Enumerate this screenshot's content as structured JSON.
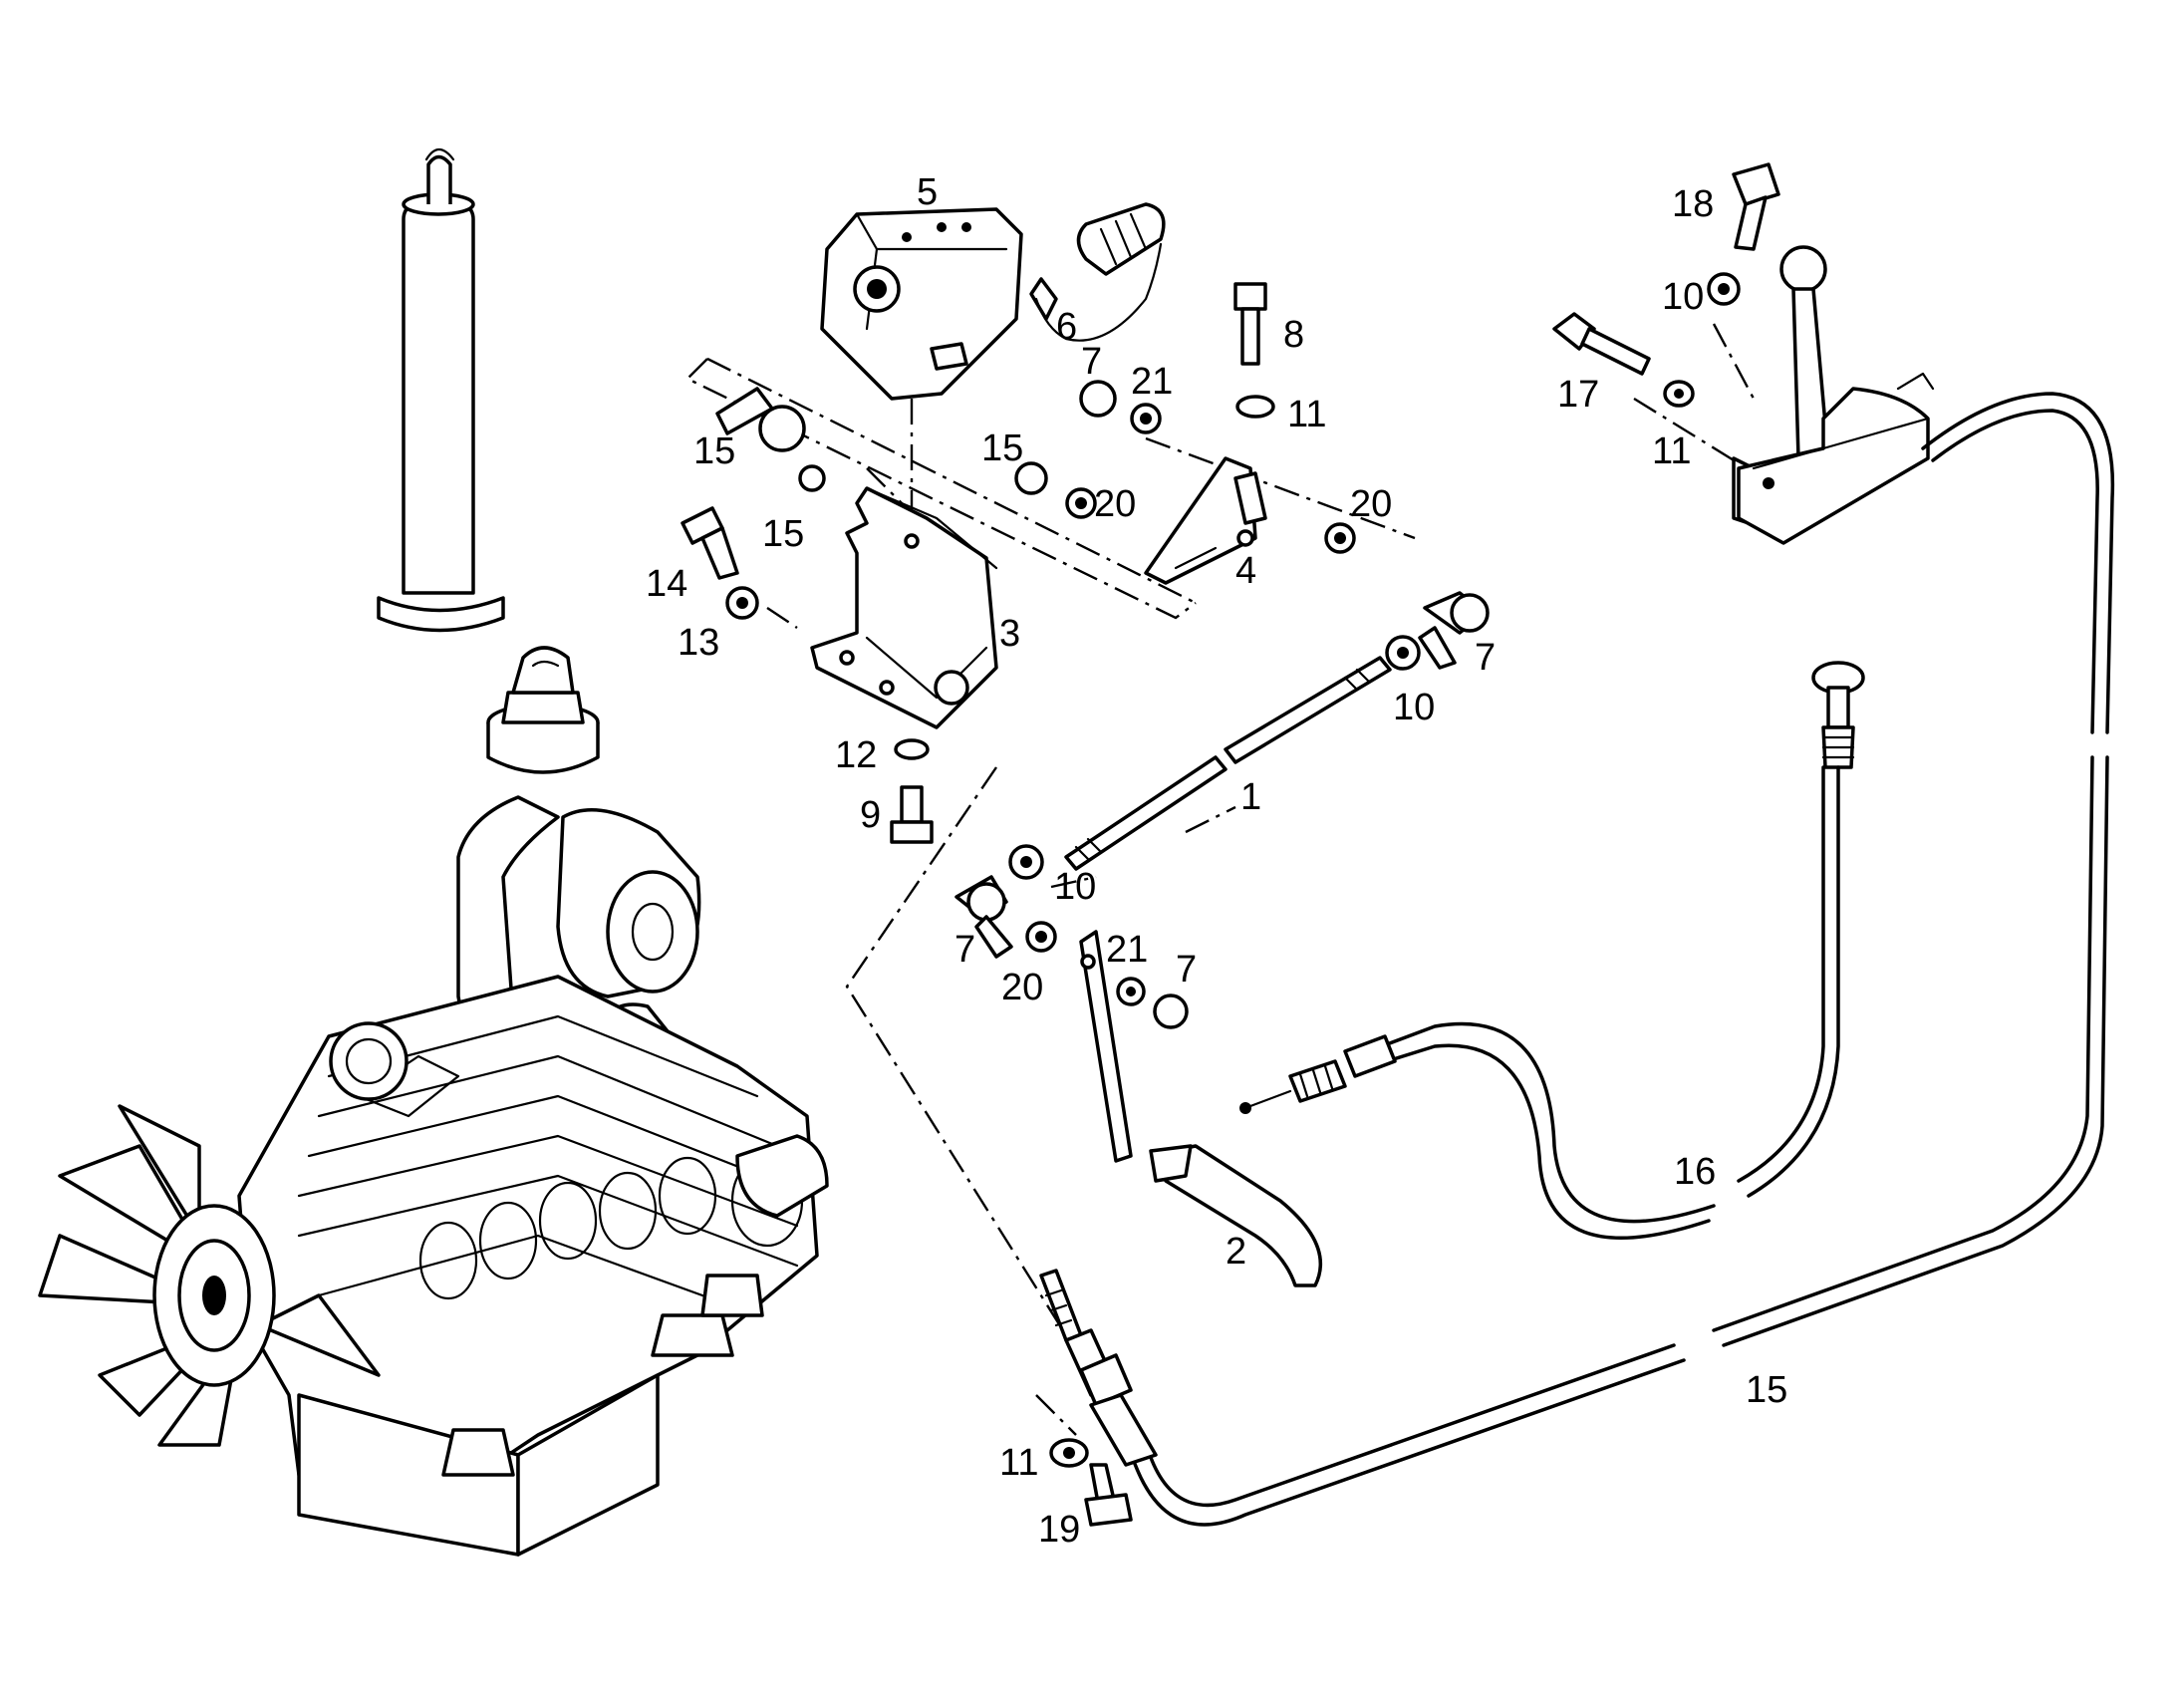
{
  "diagram": {
    "callouts": [
      {
        "id": "c1",
        "text": "1"
      },
      {
        "id": "c2",
        "text": "2"
      },
      {
        "id": "c3",
        "text": "3"
      },
      {
        "id": "c4",
        "text": "4"
      },
      {
        "id": "c5",
        "text": "5"
      },
      {
        "id": "c6",
        "text": "6"
      },
      {
        "id": "c7a",
        "text": "7"
      },
      {
        "id": "c7b",
        "text": "7"
      },
      {
        "id": "c7c",
        "text": "7"
      },
      {
        "id": "c7d",
        "text": "7"
      },
      {
        "id": "c8",
        "text": "8"
      },
      {
        "id": "c9",
        "text": "9"
      },
      {
        "id": "c10a",
        "text": "10"
      },
      {
        "id": "c10b",
        "text": "10"
      },
      {
        "id": "c10c",
        "text": "10"
      },
      {
        "id": "c11a",
        "text": "11"
      },
      {
        "id": "c11b",
        "text": "11"
      },
      {
        "id": "c11c",
        "text": "11"
      },
      {
        "id": "c12",
        "text": "12"
      },
      {
        "id": "c13",
        "text": "13"
      },
      {
        "id": "c14",
        "text": "14"
      },
      {
        "id": "c15a",
        "text": "15"
      },
      {
        "id": "c15b",
        "text": "15"
      },
      {
        "id": "c15c",
        "text": "15"
      },
      {
        "id": "c15d",
        "text": "15"
      },
      {
        "id": "c16",
        "text": "16"
      },
      {
        "id": "c17",
        "text": "17"
      },
      {
        "id": "c18",
        "text": "18"
      },
      {
        "id": "c19",
        "text": "19"
      },
      {
        "id": "c20a",
        "text": "20"
      },
      {
        "id": "c20b",
        "text": "20"
      },
      {
        "id": "c20c",
        "text": "20"
      },
      {
        "id": "c21a",
        "text": "21"
      },
      {
        "id": "c21b",
        "text": "21"
      }
    ]
  }
}
